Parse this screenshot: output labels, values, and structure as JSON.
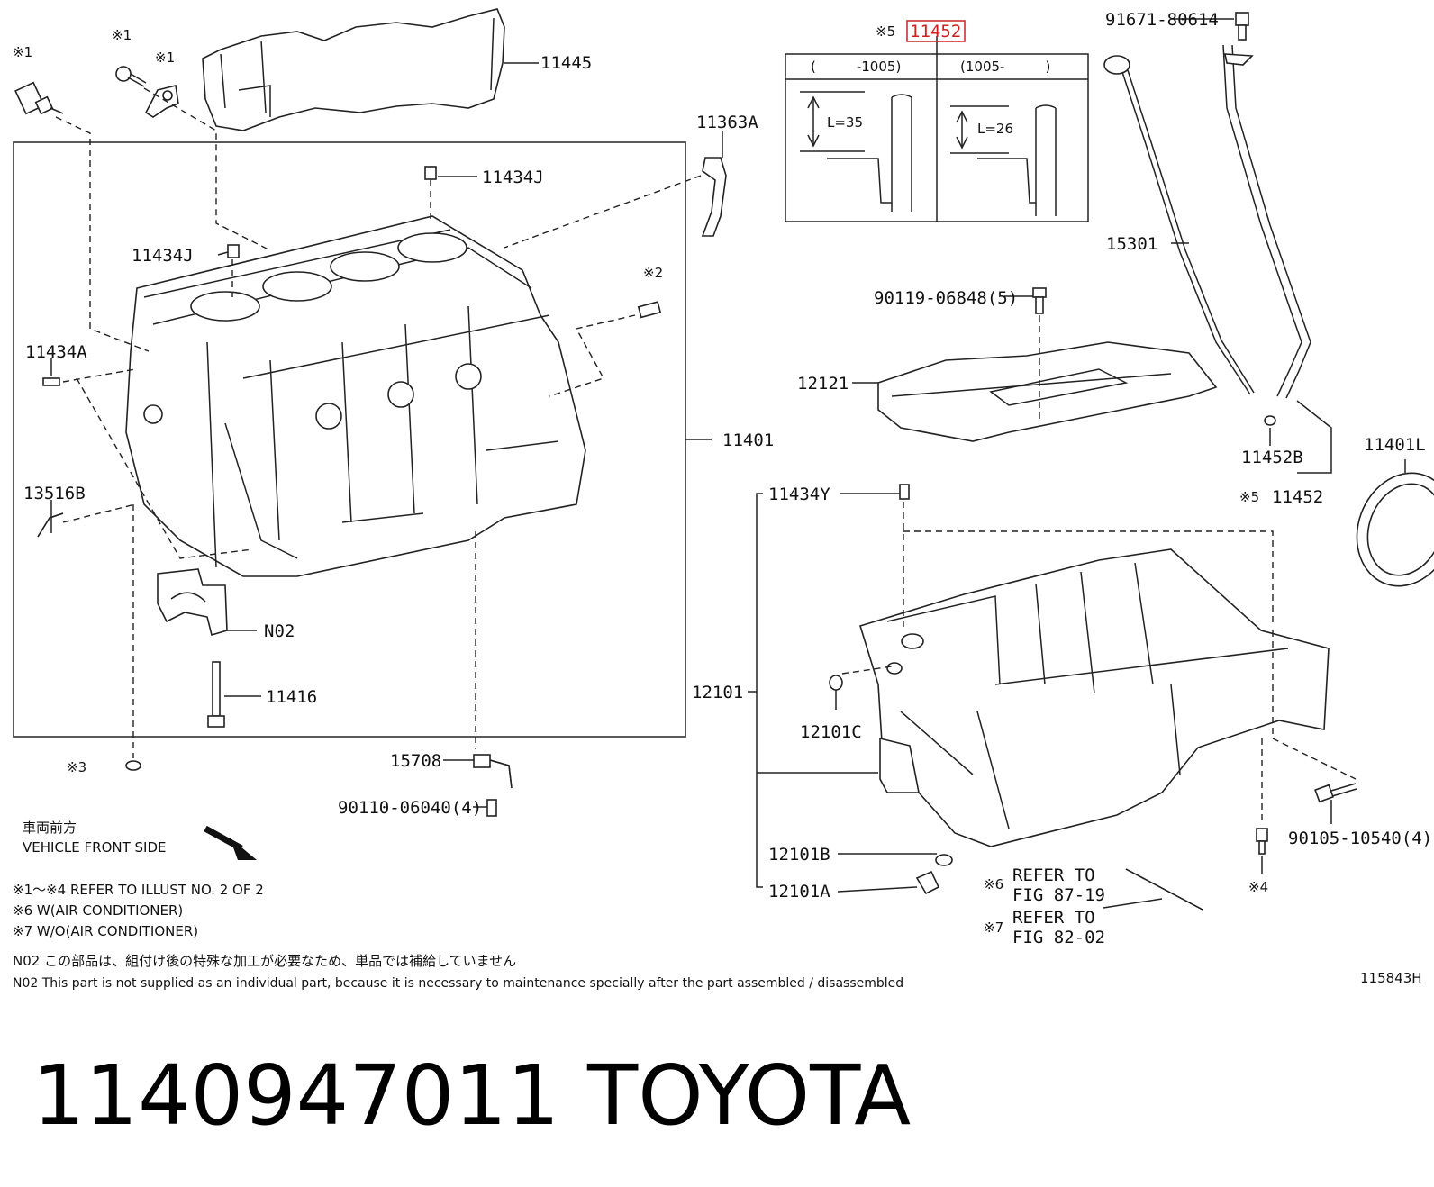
{
  "diagram": {
    "colors": {
      "line": "#222222",
      "highlight": "#cc2222",
      "background": "#ffffff"
    },
    "footer_code": "115843H",
    "parts": {
      "p11445": "11445",
      "p11434J_a": "11434J",
      "p11434J_b": "11434J",
      "p11363A": "11363A",
      "p11434A": "11434A",
      "p13516B": "13516B",
      "p11401": "11401",
      "pN02": "N02",
      "p11416": "11416",
      "p15708": "15708",
      "p90110": "90110-06040(4)",
      "p11452_top": "11452",
      "p91671": "91671-80614",
      "p15301": "15301",
      "p90119": "90119-06848(5)",
      "p12121": "12121",
      "p11452B": "11452B",
      "p11452_bot": "11452",
      "p11401L": "11401L",
      "p11434Y": "11434Y",
      "p12101": "12101",
      "p12101C": "12101C",
      "p12101B": "12101B",
      "p12101A": "12101A",
      "p90105": "90105-10540(4)"
    },
    "marks": {
      "m1a": "※1",
      "m1b": "※1",
      "m1c": "※1",
      "m2": "※2",
      "m3": "※3",
      "m4": "※4",
      "m5a": "※5",
      "m5b": "※5",
      "m6": "※6",
      "m7": "※7"
    },
    "inset": {
      "col1": "(　　　-1005)",
      "col2": "(1005-　　　)",
      "l1": "L=35",
      "l2": "L=26"
    },
    "refs": {
      "refer1_line1": "REFER TO",
      "refer1_line2": "FIG 87-19",
      "refer2_line1": "REFER TO",
      "refer2_line2": "FIG 82-02"
    },
    "direction": {
      "jp": "車両前方",
      "en": "VEHICLE FRONT SIDE"
    },
    "notes": {
      "n1": "※1～※4  REFER TO ILLUST NO. 2 OF 2",
      "n2": "※6 W(AIR CONDITIONER)",
      "n3": "※7 W/O(AIR CONDITIONER)",
      "n4": "N02  この部品は、組付け後の特殊な加工が必要なため、単品では補給していません",
      "n5": "N02  This part is not supplied as an individual part, because it is necessary to maintenance specially after the part assembled / disassembled"
    }
  },
  "caption": {
    "part_number": "1140947011",
    "brand": "TOYOTA"
  }
}
